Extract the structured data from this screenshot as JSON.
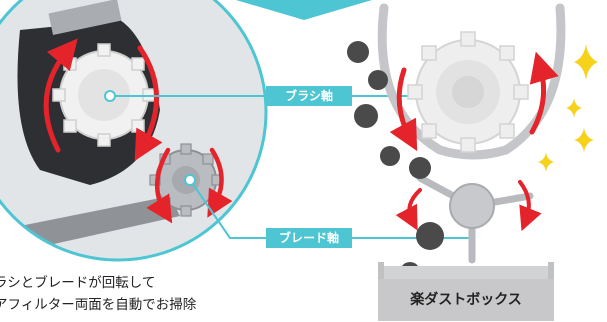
{
  "labels": {
    "brush_axis": "ブラシ軸",
    "blade_axis": "ブレード軸"
  },
  "caption": {
    "line1": "ラシとブレードが回転して",
    "line2": "アフィルター両面を自動でお掃除"
  },
  "dust_box": {
    "label": "楽ダストボックス"
  },
  "colors": {
    "accent": "#4ec5d3",
    "arrow": "#e5232b",
    "sparkle": "#f7d21b",
    "dust": "#4a4a4a",
    "dust_box": "#c8c8ca"
  }
}
